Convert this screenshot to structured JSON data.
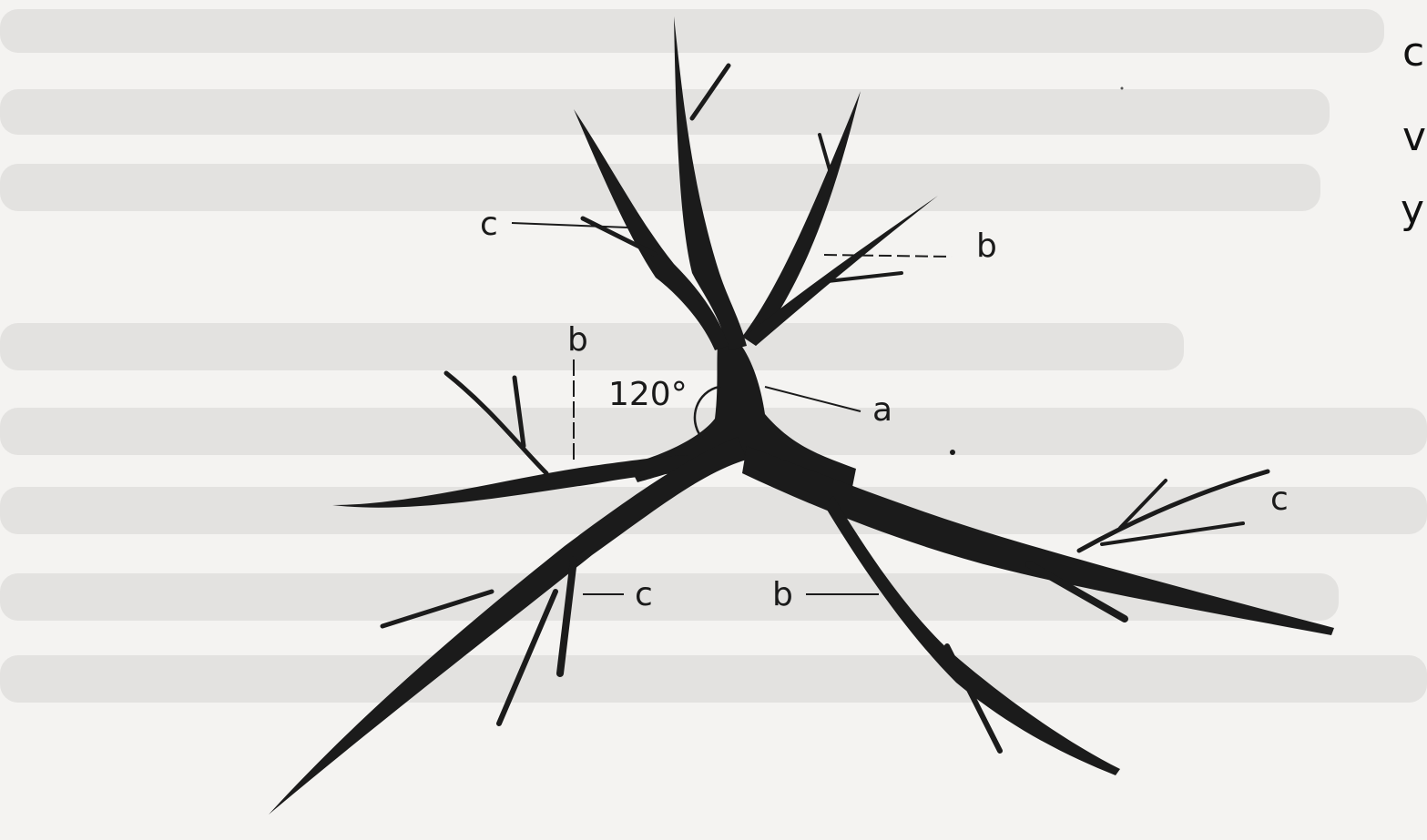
{
  "labels": {
    "a": "a",
    "b": "b",
    "c": "c",
    "angle": "120°"
  },
  "side_text": [
    "c",
    "v",
    "y"
  ],
  "colors": {
    "ink": "#1b1b1b",
    "paper": "#f4f3f1",
    "bleed": "#d6d4d1"
  }
}
